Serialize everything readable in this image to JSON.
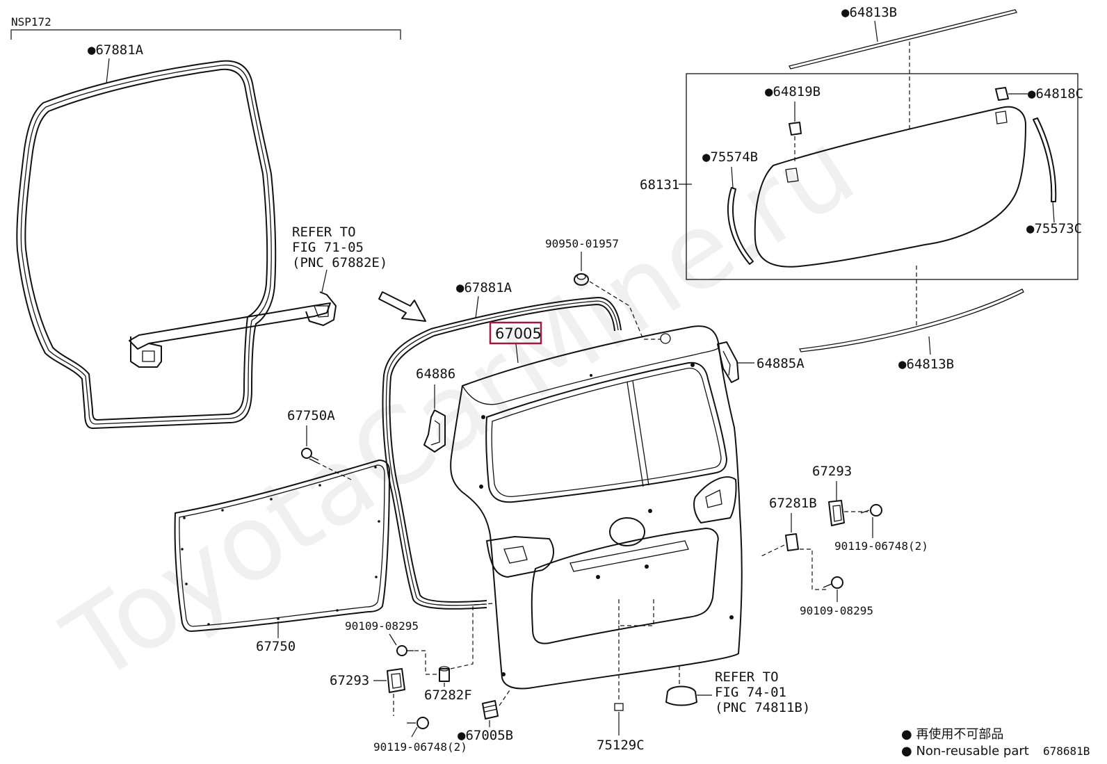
{
  "model_code": "NSP172",
  "figure_code": "678681B",
  "legend": {
    "ja": "再使用不可部品",
    "en": "Non-reusable part"
  },
  "watermark": "ToyotaCarMine.ru",
  "highlight_color": "#9a1b3c",
  "parts": {
    "p67881A_left": "67881A",
    "p67881A_right": "67881A",
    "p67005": "67005",
    "p64886": "64886",
    "p67750A": "67750A",
    "p67750": "67750",
    "p90950": "90950-01957",
    "p64885A": "64885A",
    "p64813B_top": "64813B",
    "p64813B_bottom": "64813B",
    "p64819B": "64819B",
    "p64818C": "64818C",
    "p75574B": "75574B",
    "p68131": "68131",
    "p75573C": "75573C",
    "p67293_right": "67293",
    "p67281B": "67281B",
    "p90119_right": "90119-06748(2)",
    "p90109_right": "90109-08295",
    "p90109_left": "90109-08295",
    "p67293_left": "67293",
    "p67282F": "67282F",
    "p90119_left": "90119-06748(2)",
    "p67005B": "67005B",
    "p75129C": "75129C"
  },
  "refs": {
    "ref1": {
      "line1": "REFER TO",
      "line2": "FIG 71-05",
      "line3": "(PNC 67882E)"
    },
    "ref2": {
      "line1": "REFER TO",
      "line2": "FIG 74-01",
      "line3": "(PNC 74811B)"
    }
  }
}
